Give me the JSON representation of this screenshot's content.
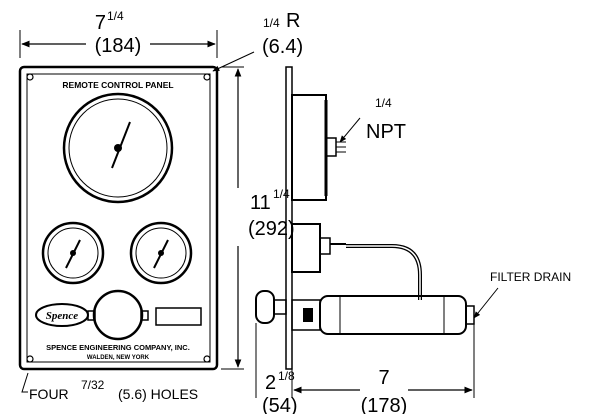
{
  "dimensions": {
    "width": {
      "whole": "7",
      "frac": "1/4",
      "metric": "(184)"
    },
    "radius": {
      "frac": "1/4",
      "suffix": "R",
      "metric": "(6.4)"
    },
    "height": {
      "whole": "11",
      "frac": "1/4",
      "metric": "(292)"
    },
    "port": {
      "frac": "1/4",
      "label": "NPT"
    },
    "mount_depth": {
      "whole": "2",
      "frac": "1/8",
      "metric": "(54)"
    },
    "body_depth": {
      "whole": "7",
      "metric": "(178)"
    }
  },
  "callouts": {
    "holes_prefix": "FOUR",
    "holes_frac": "7/32",
    "holes_rest": "(5.6) HOLES",
    "filter_drain": "FILTER DRAIN"
  },
  "panel": {
    "title": "REMOTE CONTROL PANEL",
    "logo": "Spence",
    "company": "SPENCE ENGINEERING COMPANY, INC.",
    "location": "WALDEN, NEW YORK"
  }
}
